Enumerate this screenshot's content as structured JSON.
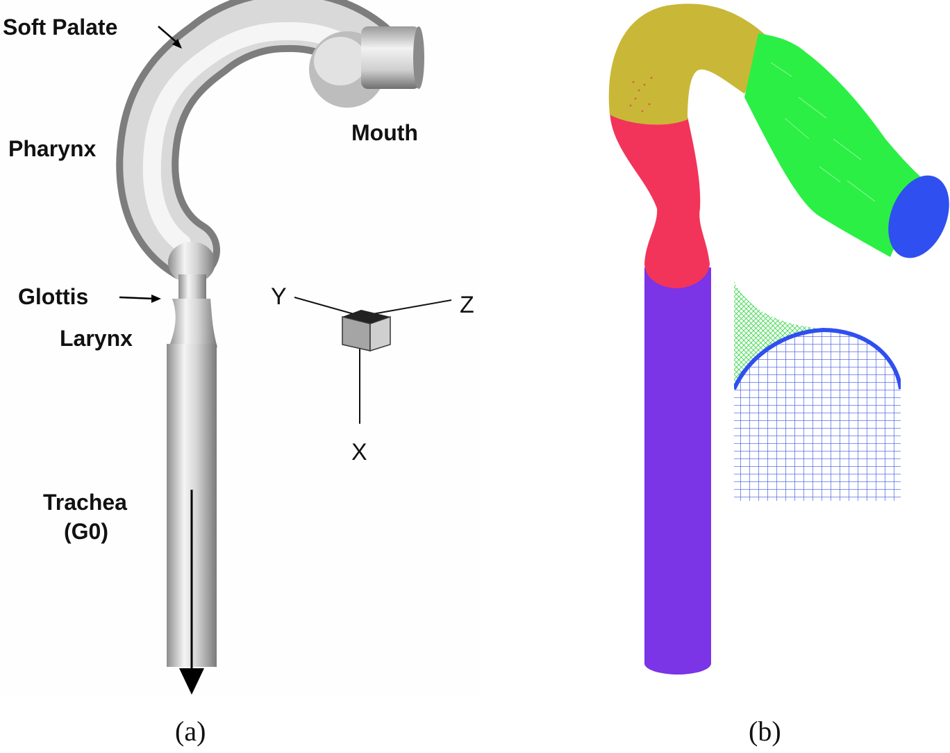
{
  "panel_a": {
    "labels": {
      "soft_palate": "Soft Palate",
      "pharynx": "Pharynx",
      "mouth": "Mouth",
      "glottis": "Glottis",
      "larynx": "Larynx",
      "trachea": "Trachea",
      "g0": "(G0)"
    },
    "axes": {
      "x": "X",
      "y": "Y",
      "z": "Z"
    },
    "caption": "(a)"
  },
  "panel_b": {
    "caption": "(b)",
    "colors": {
      "oral_cavity": "#2bef44",
      "pharynx_upper": "#c9b837",
      "larynx_region": "#f2345a",
      "trachea": "#7b34e6",
      "inlet": "#2f4ff0",
      "mesh_line": "#3a54e0",
      "mesh_green": "#39d84a"
    }
  }
}
